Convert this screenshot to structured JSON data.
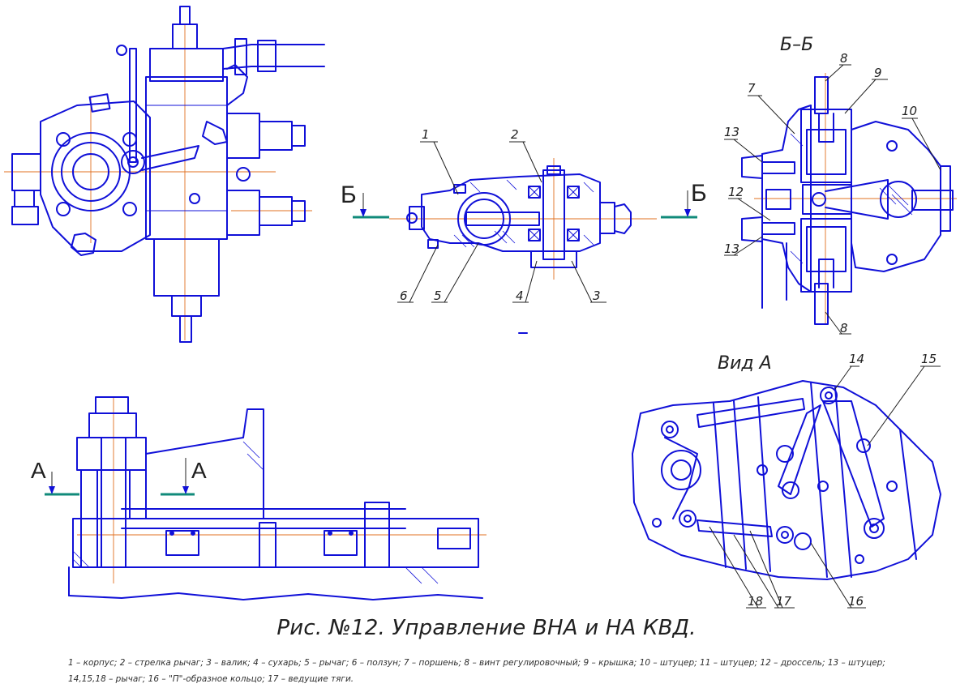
{
  "section_bb": {
    "title": "Б–Б",
    "cut_label_left": "Б",
    "cut_label_right": "Б",
    "callouts": [
      "7",
      "8",
      "9",
      "10",
      "13",
      "12",
      "13",
      "8"
    ]
  },
  "center_view": {
    "callouts": [
      "1",
      "2",
      "6",
      "5",
      "4",
      "3"
    ]
  },
  "view_a": {
    "title": "Вид А",
    "callouts": [
      "14",
      "15",
      "18",
      "17",
      "16"
    ]
  },
  "bottom_view": {
    "cut_label_left": "А",
    "cut_label_right": "А"
  },
  "caption": "Рис. №12. Управление ВНА и НА КВД.",
  "legend": {
    "line1": "1 – корпус; 2 – стрелка рычаг; 3 – валик; 4 – сухарь; 5 – рычаг; 6 – ползун; 7 – поршень; 8 – винт регулировочный; 9 – крышка; 10 – штуцер; 11 – штуцер; 12 – дроссель; 13 – штуцер;",
    "line2": "14,15,18 – рычаг; 16 – \"П\"-образное кольцо; 17 – ведущие тяги."
  },
  "colors": {
    "line": "#1010d8",
    "axis": "#e07020",
    "cut_marker": "#108a7a",
    "text": "#202020"
  }
}
